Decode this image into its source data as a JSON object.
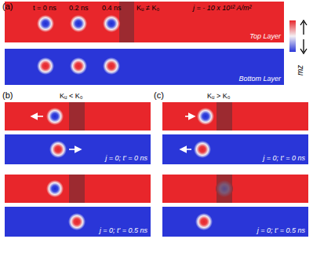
{
  "diagram": {
    "nodes": [
      {
        "text": [
          "Top Layer"
        ]
      },
      {
        "text": [
          "Bottom Layer"
        ]
      },
      {
        "text": [
          "j = 0; t' = 0 ns"
        ]
      },
      {
        "text": [
          "j = 0; t' = 0.5 ns"
        ]
      },
      {
        "text": [
          "j = 0; t' = 0 ns"
        ]
      },
      {
        "text": [
          "j = 0; t' = 0.5 ns"
        ]
      }
    ],
    "labels": [
      "(a)",
      "t = 0 ns",
      "0.2 ns",
      "0.4 ns",
      "Kᵤ ≠ K₀",
      "j = - 10 x 10¹² A/m²",
      "mz",
      "(b)",
      "Kᵤ < K₀",
      "(c)",
      "Kᵤ > K₀"
    ]
  }
}
